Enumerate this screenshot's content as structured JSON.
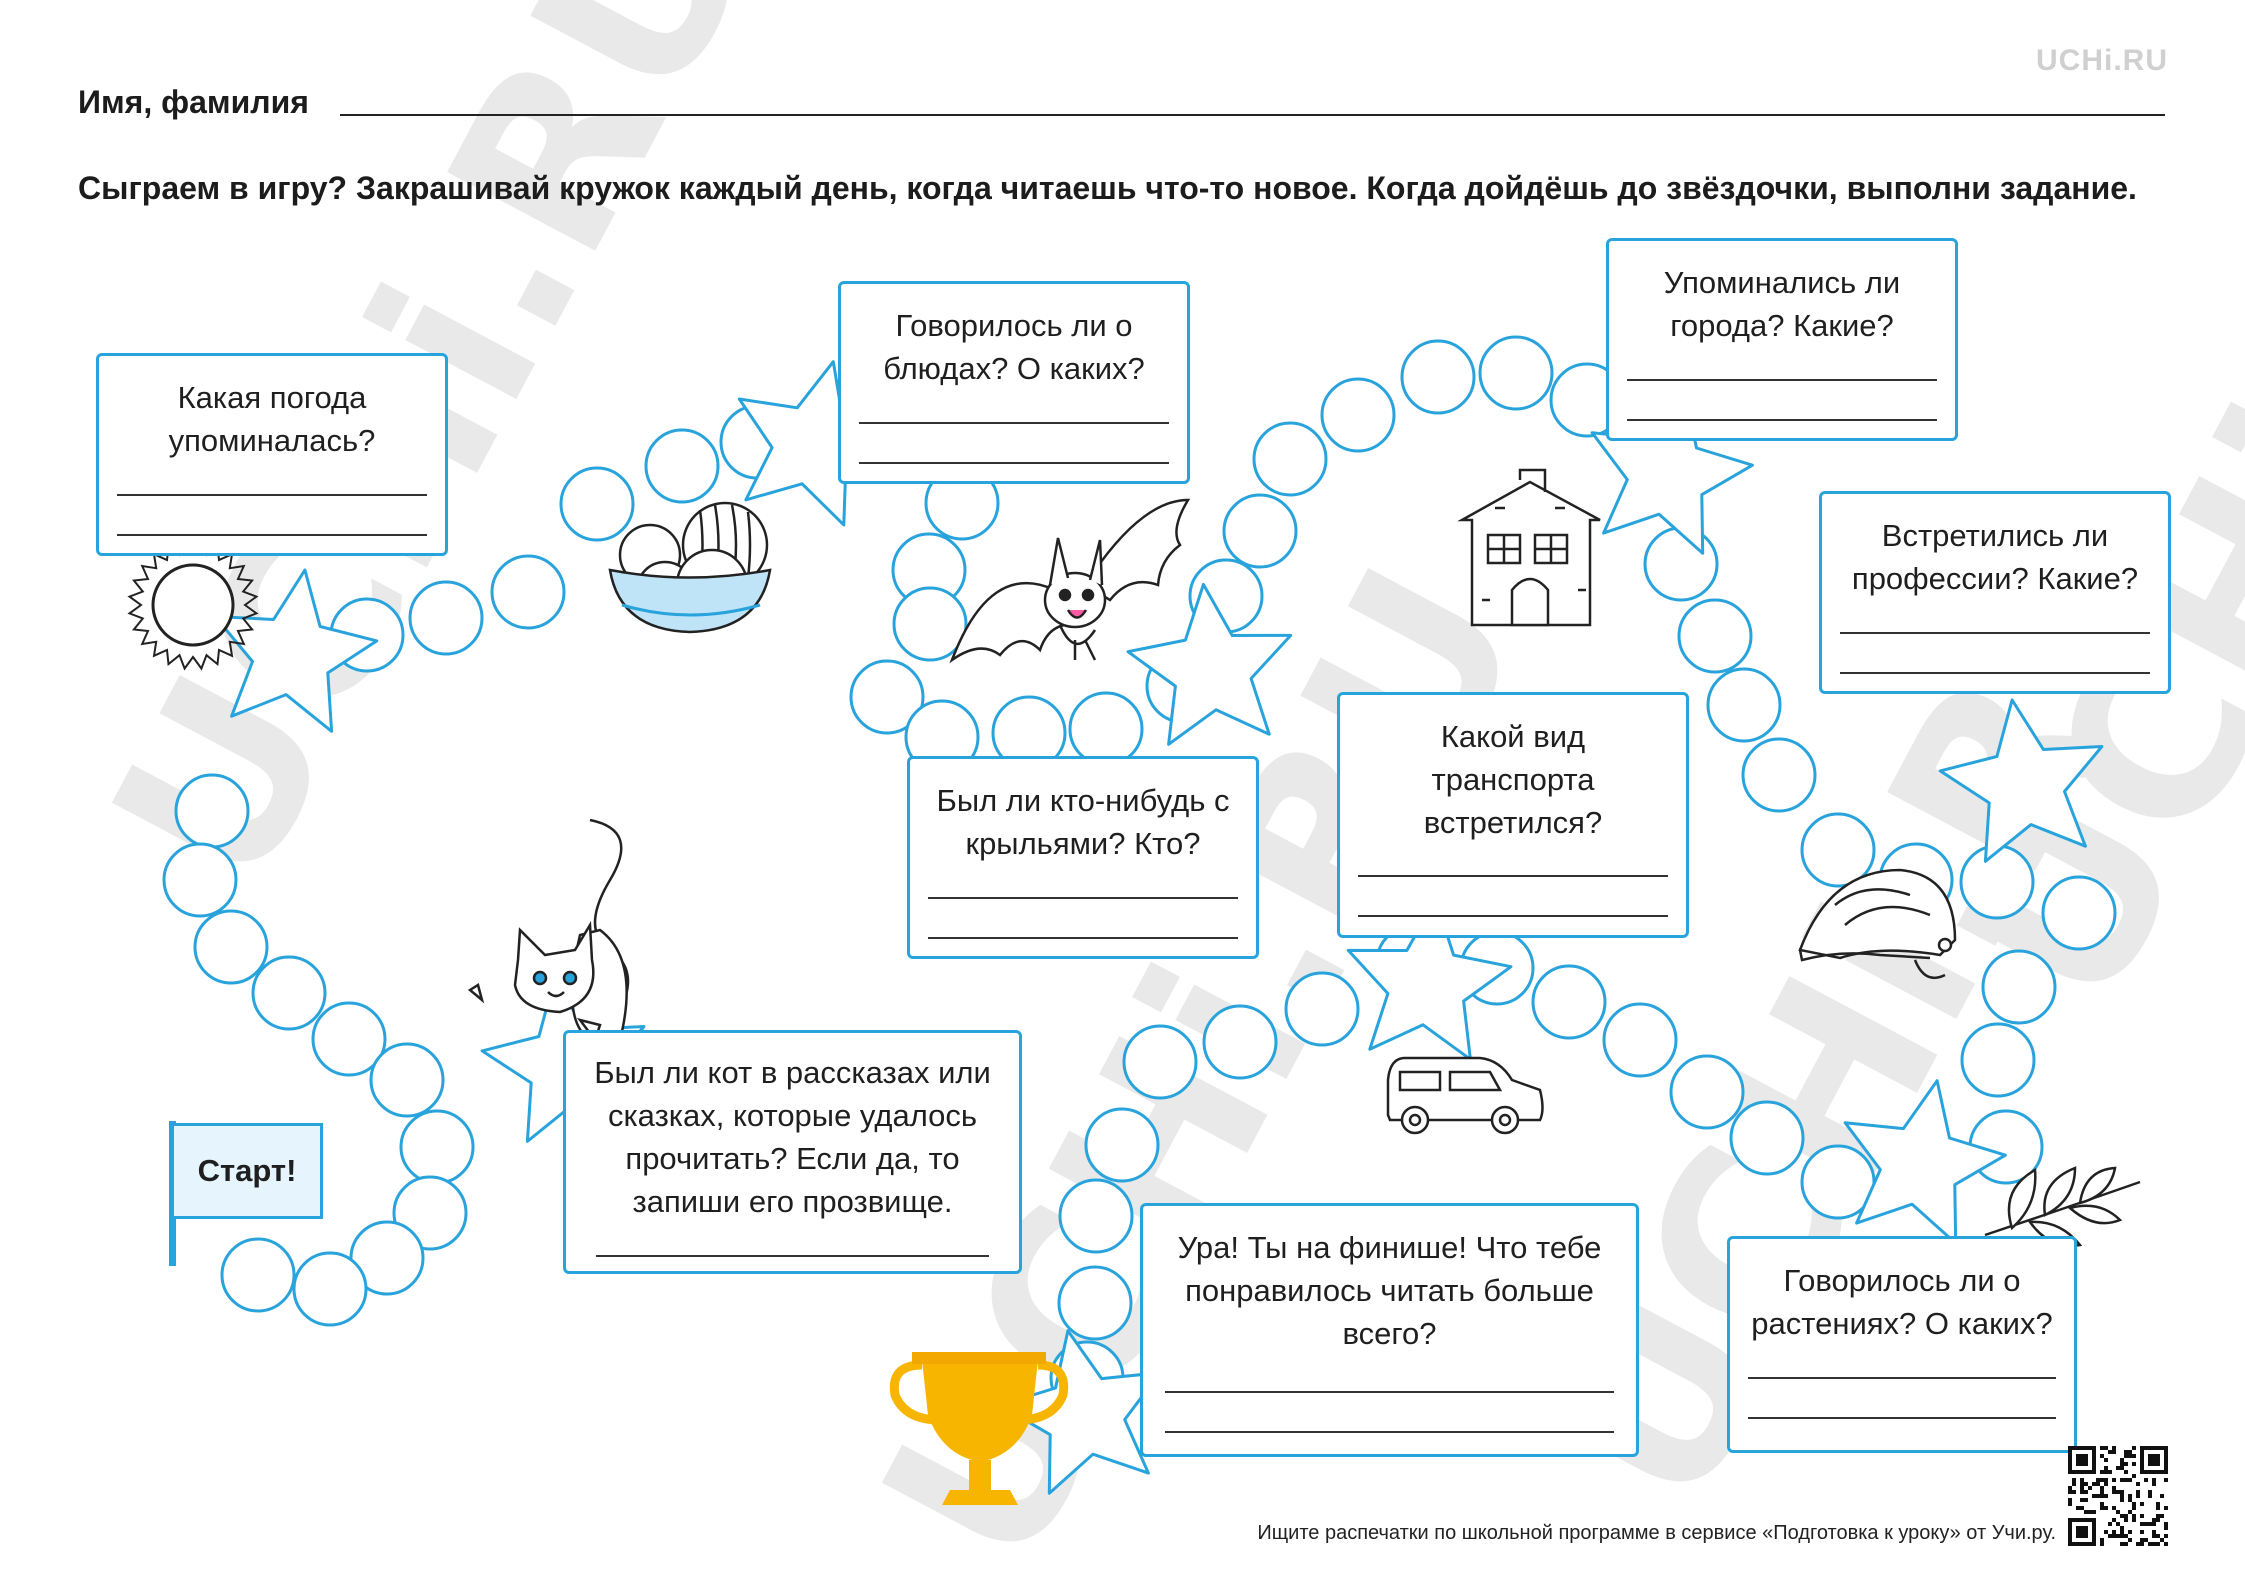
{
  "brand": "UCHi.RU",
  "header": {
    "name_label": "Имя, фамилия",
    "instruction": "Сыграем в игру? Закрашивай кружок каждый день, когда читаешь что-то новое. Когда дойдёшь до звёздочки, выполни задание."
  },
  "start_label": "Старт!",
  "questions": [
    {
      "id": "weather",
      "text": "Какая погода упоминалась?"
    },
    {
      "id": "dishes",
      "text": "Говорилось ли о блюдах? О каких?"
    },
    {
      "id": "cities",
      "text": "Упоминались ли города? Какие?"
    },
    {
      "id": "professions",
      "text": "Встретились ли профессии? Какие?"
    },
    {
      "id": "wings",
      "text": "Был ли кто-нибудь с крыльями? Кто?"
    },
    {
      "id": "transport",
      "text": "Какой вид транспорта встретился?"
    },
    {
      "id": "cat",
      "text": "Был ли кот в рассказах или сказках, которые удалось прочитать? Если да, то запиши его прозвище."
    },
    {
      "id": "finish",
      "text": "Ура! Ты на финише! Что тебе понравилось читать больше всего?"
    },
    {
      "id": "plants",
      "text": "Говорилось ли о растениях? О каких?"
    }
  ],
  "footer": "Ищите распечатки по школьной программе в сервисе «Подготовка к уроку» от Учи.ру.",
  "colors": {
    "accent": "#29a3dc",
    "trophy": "#f7b500",
    "watermark": "#e6e6e6"
  },
  "icons": [
    "sun-icon",
    "fruit-bowl-icon",
    "bat-icon",
    "house-icon",
    "helmet-icon",
    "cat-icon",
    "car-icon",
    "branch-icon",
    "trophy-icon",
    "qr-code-icon"
  ]
}
